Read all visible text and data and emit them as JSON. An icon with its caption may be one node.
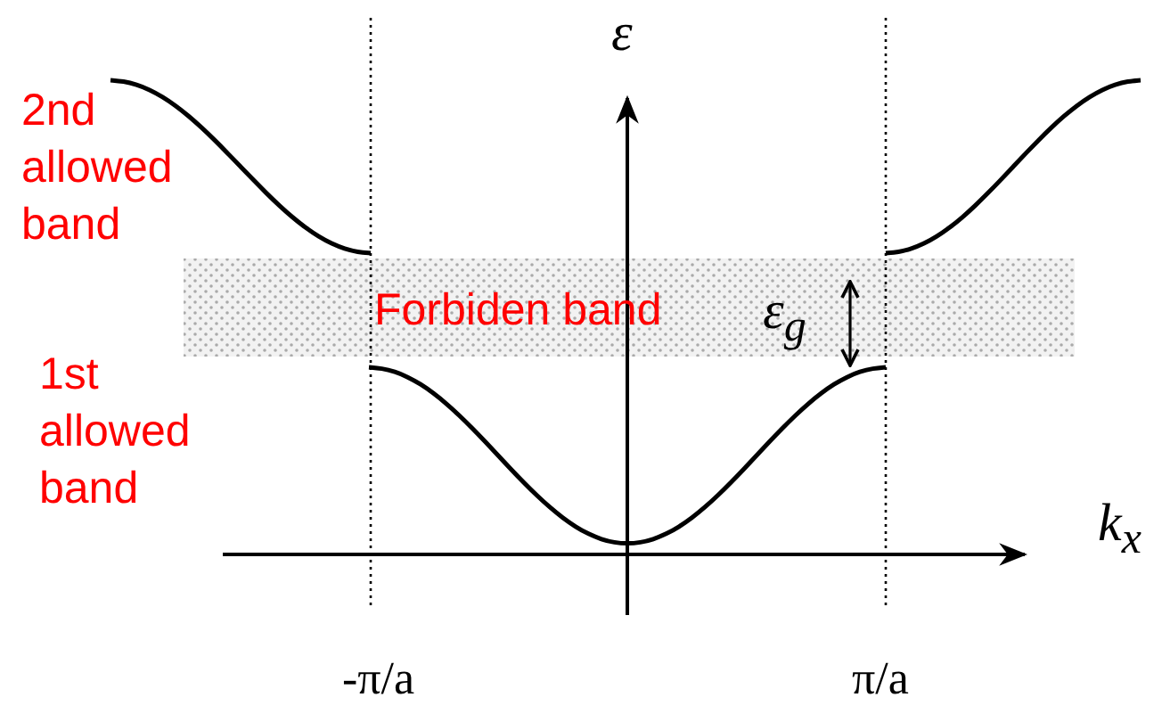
{
  "diagram": {
    "nodes": [
      {
        "text": [
          "Forbiden band"
        ]
      }
    ],
    "labels": [
      "ε",
      "2nd allowed band",
      "ε$_{g}$",
      "1st allowed band",
      "k$_{x}$",
      "-π/a",
      "π/a"
    ]
  }
}
